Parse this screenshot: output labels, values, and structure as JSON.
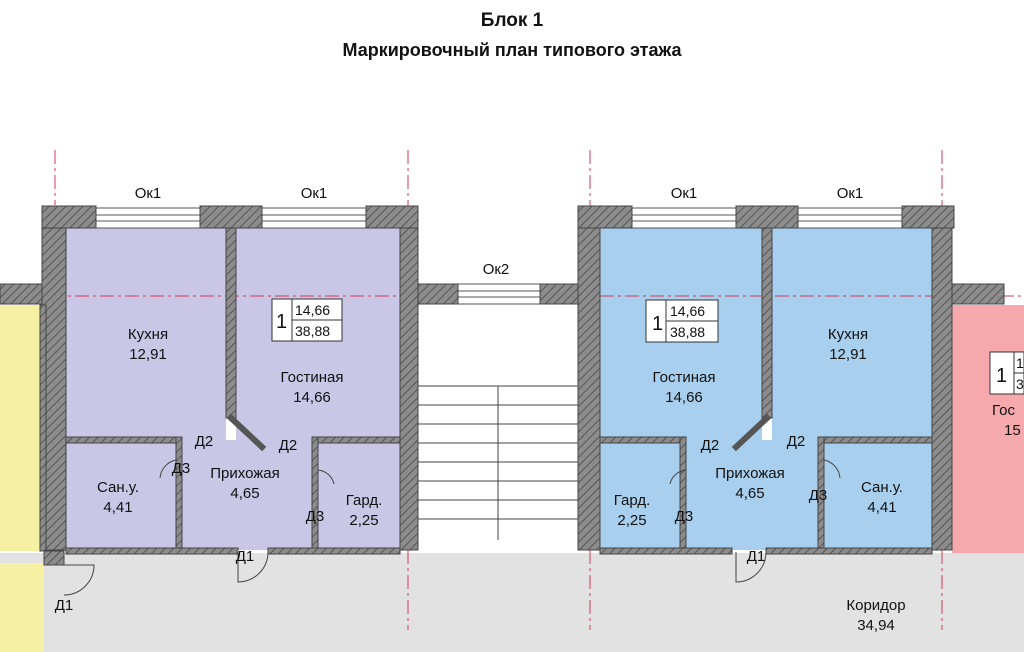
{
  "header": {
    "title": "Блок 1",
    "subtitle": "Маркировочный план типового этажа"
  },
  "labels": {
    "window1": "Ок1",
    "window2": "Ок2",
    "door1": "Д1",
    "door2": "Д2",
    "door3": "Д3"
  },
  "apt_left": {
    "number": "1",
    "living_area": "14,66",
    "total_area": "38,88",
    "kitchen": {
      "name": "Кухня",
      "area": "12,91"
    },
    "living": {
      "name": "Гостиная",
      "area": "14,66"
    },
    "bath": {
      "name": "Сан.у.",
      "area": "4,41"
    },
    "hall": {
      "name": "Прихожая",
      "area": "4,65"
    },
    "wardrobe": {
      "name": "Гард.",
      "area": "2,25"
    }
  },
  "apt_right": {
    "number": "1",
    "living_area": "14,66",
    "total_area": "38,88",
    "kitchen": {
      "name": "Кухня",
      "area": "12,91"
    },
    "living": {
      "name": "Гостиная",
      "area": "14,66"
    },
    "bath": {
      "name": "Сан.у.",
      "area": "4,41"
    },
    "hall": {
      "name": "Прихожая",
      "area": "4,65"
    },
    "wardrobe": {
      "name": "Гард.",
      "area": "2,25"
    }
  },
  "apt_partial": {
    "number": "1",
    "living_partial": "1",
    "total_partial": "3",
    "living_name_partial": "Гос",
    "living_area_partial": "15"
  },
  "corridor": {
    "name": "Коридор",
    "area": "34,94"
  },
  "colors": {
    "left_apartment": "#c9c6e6",
    "right_apartment": "#a9cfee",
    "neighbor_apartment": "#f5a9ad",
    "side_apartment": "#f5f0a4",
    "corridor": "#e2e2e2",
    "wall": "#808080",
    "axis_line": "#d63a55"
  }
}
